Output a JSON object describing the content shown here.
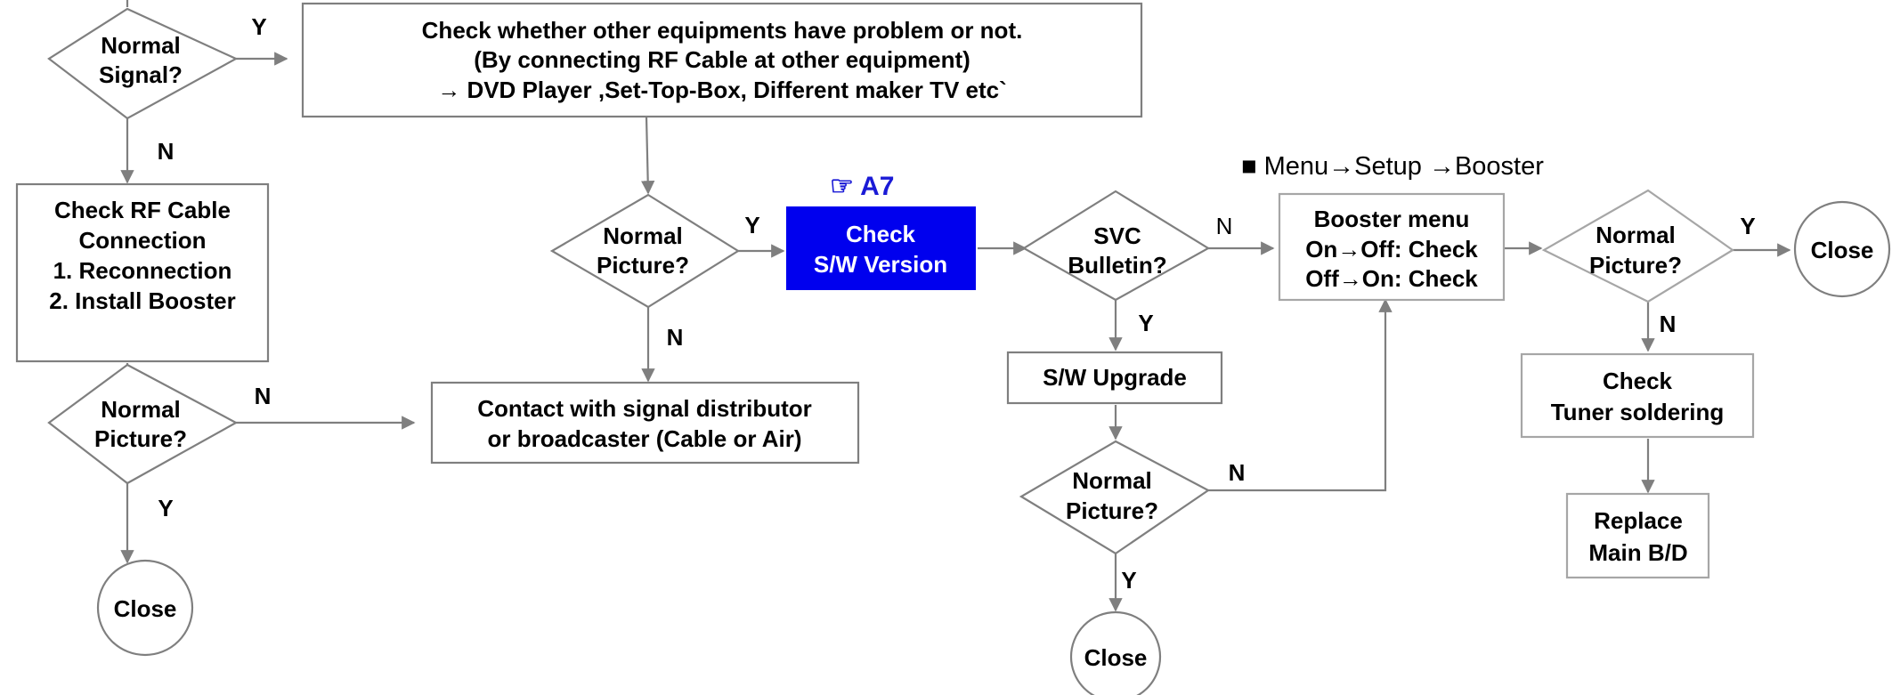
{
  "nodes": {
    "d_signal": [
      "Normal",
      "Signal?"
    ],
    "b_check_other": [
      "Check whether other equipments have problem or not.",
      "(By connecting RF Cable at other equipment)",
      "→ DVD Player ,Set-Top-Box, Different maker TV etc`"
    ],
    "b_rf_cable": [
      "Check RF Cable",
      "Connection",
      "1. Reconnection",
      "2. Install Booster"
    ],
    "d_picture_1": [
      "Normal",
      "Picture?"
    ],
    "close_1": "Close",
    "d_picture_2": [
      "Normal",
      "Picture?"
    ],
    "b_contact": [
      "Contact with signal distributor",
      "or broadcaster (Cable or Air)"
    ],
    "b_sw_version": [
      "Check",
      "S/W Version"
    ],
    "ref_a7": "☞ A7",
    "d_svc": [
      "SVC",
      "Bulletin?"
    ],
    "b_sw_upgrade": "S/W Upgrade",
    "d_picture_3": [
      "Normal",
      "Picture?"
    ],
    "close_2": "Close",
    "menu_path": "■ Menu→Setup →Booster",
    "b_booster": [
      "Booster menu",
      "On→Off: Check",
      "Off→On: Check"
    ],
    "d_picture_4": [
      "Normal",
      "Picture?"
    ],
    "close_3": "Close",
    "b_tuner": [
      "Check",
      "Tuner soldering"
    ],
    "b_replace": [
      "Replace",
      "Main B/D"
    ]
  },
  "edge_labels": {
    "signal_yes": "Y",
    "signal_no": "N",
    "picture1_no": "N",
    "picture1_yes": "Y",
    "picture2_yes": "Y",
    "picture2_no": "N",
    "svc_no": "N",
    "svc_yes": "Y",
    "picture3_no": "N",
    "picture3_yes": "Y",
    "picture4_yes": "Y",
    "picture4_no": "N"
  },
  "colors": {
    "highlight_box": "#0000ee",
    "reference": "#1a1ad6",
    "connector": "#7f7f7f"
  }
}
